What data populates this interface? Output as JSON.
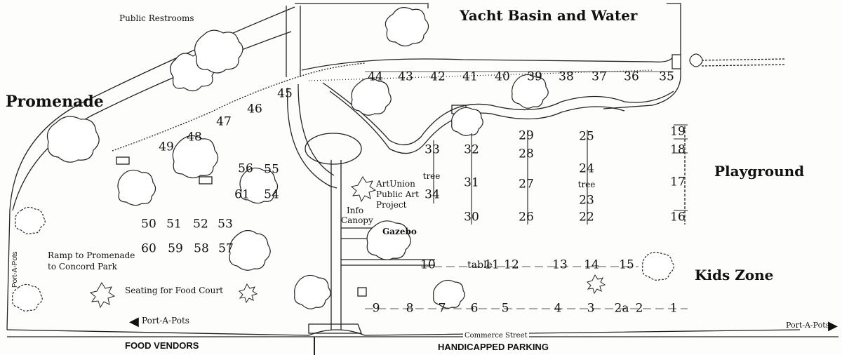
{
  "labels": {
    "public_restrooms": "Public Restrooms",
    "yacht_basin": "Yacht Basin and Water",
    "promenade": "Promenade",
    "playground": "Playground",
    "kids_zone": "Kids Zone",
    "artunion": "ArtUnion",
    "public_art": "Public Art",
    "project": "Project",
    "info": "Info",
    "canopy": "Canopy",
    "gazebo": "Gazebo",
    "ramp_line1": "Ramp to Promenade",
    "ramp_line2": "to Concord Park",
    "seating": "Seating for Food Court",
    "port_a_pots_left": "Port-A-Pots",
    "port_a_pots_right": "Port-A-Pots",
    "port_a_pots_vertical": "Port-A-Pots",
    "food_vendors": "FOOD VENDORS",
    "handicapped_parking": "HANDICAPPED PARKING",
    "commerce_street": "Commerce Street",
    "table": "table",
    "tree_a": "tree",
    "tree_b": "tree"
  },
  "booths": {
    "b1": "1",
    "b2": "2",
    "b2a": "2a",
    "b3": "3",
    "b4": "4",
    "b5": "5",
    "b6": "6",
    "b7": "7",
    "b8": "8",
    "b9": "9",
    "b10": "10",
    "b11": "11",
    "b12": "12",
    "b13": "13",
    "b14": "14",
    "b15": "15",
    "b16": "16",
    "b17": "17",
    "b18": "18",
    "b19": "19",
    "b22": "22",
    "b23": "23",
    "b24": "24",
    "b25": "25",
    "b26": "26",
    "b27": "27",
    "b28": "28",
    "b29": "29",
    "b30": "30",
    "b31": "31",
    "b32": "32",
    "b33": "33",
    "b34": "34",
    "b35": "35",
    "b36": "36",
    "b37": "37",
    "b38": "38",
    "b39": "39",
    "b40": "40",
    "b41": "41",
    "b42": "42",
    "b43": "43",
    "b44": "44",
    "b45": "45",
    "b46": "46",
    "b47": "47",
    "b48": "48",
    "b49": "49",
    "b50": "50",
    "b51": "51",
    "b52": "52",
    "b53": "53",
    "b54": "54",
    "b55": "55",
    "b56": "56",
    "b57": "57",
    "b58": "58",
    "b59": "59",
    "b60": "60",
    "b61": "61"
  },
  "colors": {
    "ink": "#111111",
    "paper": "#fdfdfb"
  },
  "icons": {
    "arrow_left": "arrow-left-icon",
    "arrow_right": "arrow-right-icon"
  }
}
